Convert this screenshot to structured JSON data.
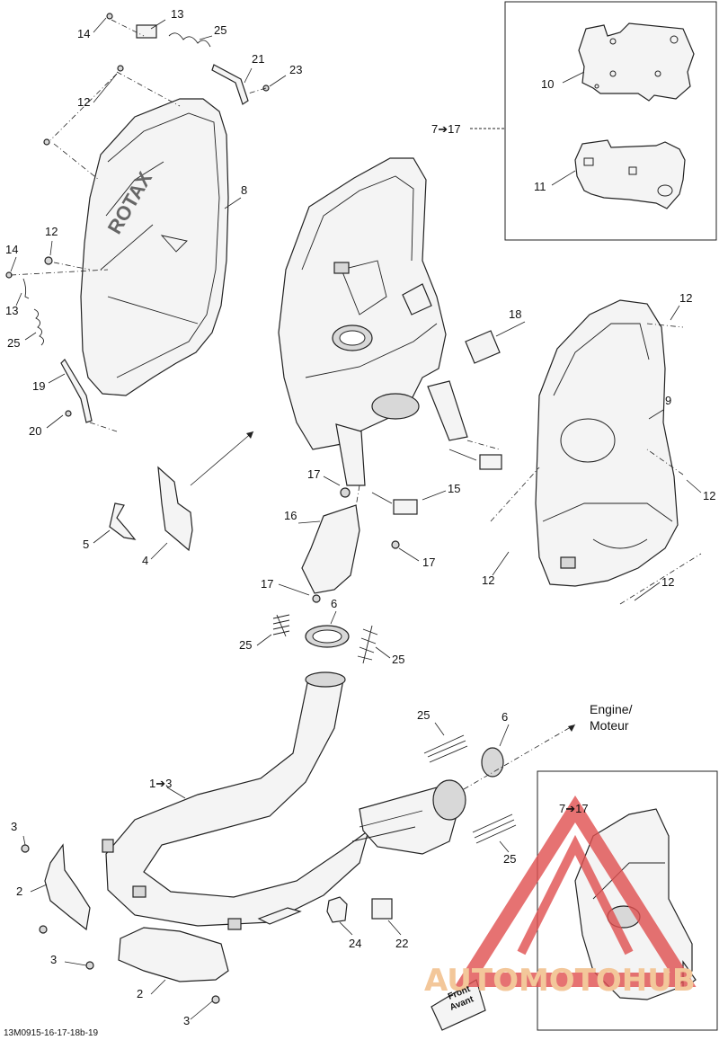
{
  "diagram_code": "13M0915-16-17-18b-19",
  "direction_label_line1": "Engine/",
  "direction_label_line2": "Moteur",
  "front_label_line1": "Front",
  "front_label_line2": "Avant",
  "inset_label": "7➔17",
  "main_assembly_label": "7➔17",
  "pipe_label": "1➔3",
  "watermark": "AUTOMOTOHUB",
  "callouts": {
    "c14a": "14",
    "c13a": "13",
    "c25a": "25",
    "c21": "21",
    "c23": "23",
    "c12a": "12",
    "c8": "8",
    "c12b": "12",
    "c14b": "14",
    "c13b": "13",
    "c25b": "25",
    "c19": "19",
    "c20": "20",
    "c10": "10",
    "c11": "11",
    "c18": "18",
    "c12c": "12",
    "c9": "9",
    "c12d": "12",
    "c12e": "12",
    "c12f": "12",
    "c17a": "17",
    "c15": "15",
    "c16": "16",
    "c17b": "17",
    "c5": "5",
    "c4": "4",
    "c17c": "17",
    "c6a": "6",
    "c25c": "25",
    "c25d": "25",
    "c25e": "25",
    "c6b": "6",
    "c3a": "3",
    "c2a": "2",
    "c3b": "3",
    "c2b": "2",
    "c3c": "3",
    "c24": "24",
    "c22": "22",
    "c25f": "25"
  }
}
